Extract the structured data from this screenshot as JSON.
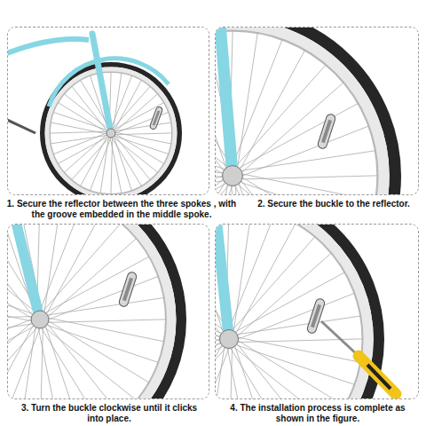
{
  "diagram": {
    "nodes": [
      {
        "text": [
          "1. Secure the reflector between the three spokes , with the groove embedded in the middle spoke."
        ]
      },
      {
        "text": [
          "2. Secure the buckle to the reflector."
        ]
      },
      {
        "text": [
          "3. Turn the buckle clockwise until it clicks into place."
        ]
      },
      {
        "text": [
          "4. The installation process is complete as shown in the figure."
        ]
      }
    ]
  }
}
